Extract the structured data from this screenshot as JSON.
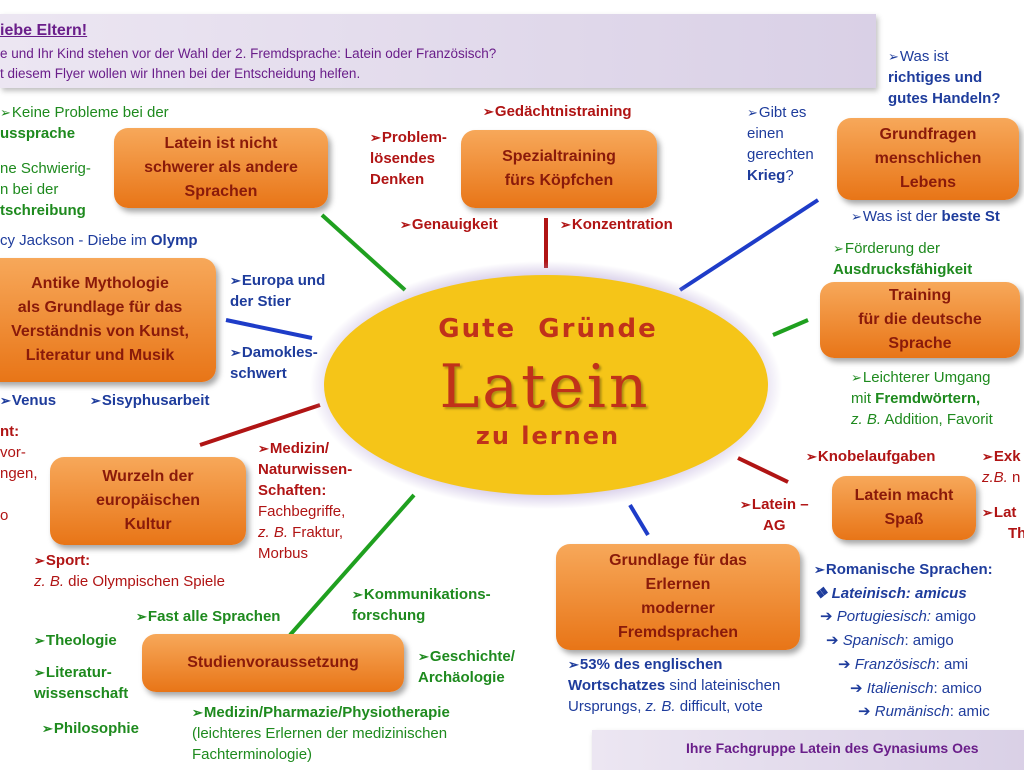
{
  "header": {
    "title": "iebe Eltern!",
    "line1": "e und Ihr Kind stehen vor der Wahl der 2. Fremdsprache: Latein oder Französisch?",
    "line2": "t diesem Flyer wollen wir Ihnen bei der Entscheidung helfen."
  },
  "center": {
    "line1": "Gute  Gründe",
    "line2": "Latein",
    "line3": "zu lernen"
  },
  "boxes": {
    "latein_nicht_schwerer": [
      "Latein ist nicht",
      "schwerer als andere",
      "Sprachen"
    ],
    "spezialtraining": [
      "Spezialtraining",
      "fürs Köpfchen"
    ],
    "grundfragen": [
      "Grundfragen",
      "menschlichen",
      "Lebens"
    ],
    "mythologie": [
      "Antike Mythologie",
      "als Grundlage für das",
      "Verständnis von Kunst,",
      "Literatur und Musik"
    ],
    "training_deutsch": [
      "Training",
      "für die deutsche",
      "Sprache"
    ],
    "wurzeln": [
      "Wurzeln der",
      "europäischen",
      "Kultur"
    ],
    "spass": [
      "Latein macht",
      "Spaß"
    ],
    "grundlage_fremdsprachen": [
      "Grundlage für das",
      "Erlernen",
      "moderner",
      "Fremdsprachen"
    ],
    "studienvoraussetzung": [
      "Studienvoraussetzung"
    ]
  },
  "notes": {
    "keine_probleme_1": "Keine Probleme bei der",
    "keine_probleme_2": "ussprache",
    "schwierig_1": "ne Schwierig-",
    "schwierig_2": "n bei der",
    "schwierig_3": "tschreibung",
    "percy_1": "cy Jackson - Diebe im ",
    "percy_2": "Olymp",
    "gedaechtnis": "Gedächtnistraining",
    "problem_1": "Problem-",
    "problem_2": "lösendes",
    "problem_3": "Denken",
    "genauigkeit": "Genauigkeit",
    "konzentration": "Konzentration",
    "krieg_1": "Gibt es",
    "krieg_2": "einen",
    "krieg_3": "gerechten",
    "krieg_4": "Krieg",
    "krieg_5": "?",
    "richtiges_1": "Was ist",
    "richtiges_2": "richtiges und",
    "richtiges_3": "gutes Handeln?",
    "beste_1": "Was ist der ",
    "beste_2": "beste St",
    "europa_1": "Europa und",
    "europa_2": "der Stier",
    "damokles_1": "Damokles-",
    "damokles_2": "schwert",
    "venus": "Venus",
    "sisyphus": "Sisyphusarbeit",
    "foerderung_1": "Förderung der",
    "foerderung_2": "Ausdrucksfähigkeit",
    "umgang_1": "Leichterer Umgang",
    "umgang_2a": "mit ",
    "umgang_2b": "Fremdwörtern,",
    "umgang_3a": "z. B.",
    "umgang_3b": " Addition, Favorit",
    "left_frag_1": "nt:",
    "left_frag_2": "vor-",
    "left_frag_3": "ngen,",
    "left_frag_4": "o",
    "medizin_1": "Medizin/",
    "medizin_2": "Naturwissen-",
    "medizin_3": "Schaften:",
    "medizin_4": "Fachbegriffe,",
    "medizin_5a": "z. B.",
    "medizin_5b": " Fraktur,",
    "medizin_6": "Morbus",
    "knobel": "Knobelaufgaben",
    "exk_1": "Exk",
    "exk_2a": "z.B.",
    "exk_2b": " n",
    "latein_ag_1": "Latein –",
    "latein_ag_2": "AG",
    "lat_th_1": "Lat",
    "lat_th_2": "Th",
    "sport_1": "Sport:",
    "sport_2a": "z. B.",
    "sport_2b": " die Olympischen Spiele",
    "kommunikation_1": "Kommunikations-",
    "kommunikation_2": "forschung",
    "fast_alle": "Fast alle  Sprachen",
    "theologie": "Theologie",
    "literatur_1": "Literatur-",
    "literatur_2": "wissenschaft",
    "philosophie": "Philosophie",
    "geschichte_1": "Geschichte/",
    "geschichte_2": "Archäologie",
    "medpharm_1": "Medizin/Pharmazie/Physiotherapie",
    "medpharm_2": "(leichteres Erlernen der medizinischen",
    "medpharm_3": "Fachterminologie)",
    "englisch_1a": "53% des englischen",
    "englisch_2a": "Wortschatzes",
    "englisch_2b": " sind lateinischen",
    "englisch_3a": "Ursprungs, ",
    "englisch_3b": "z. B.",
    "englisch_3c": " difficult, vote",
    "romanisch": "Romanische Sprachen:",
    "lat_amicus_a": "Lateinisch: ",
    "lat_amicus_b": "amicus",
    "port_a": "Portugiesisch: ",
    "port_b": "amigo",
    "span_a": "Spanisch",
    "span_b": ": amigo",
    "franz_a": "Französisch",
    "franz_b": ": ami",
    "ital_a": "Italienisch",
    "ital_b": ": amico",
    "rum_a": "Rumänisch",
    "rum_b": ": amic"
  },
  "footer": "Ihre Fachgruppe Latein des Gynasiums Oes",
  "colors": {
    "green": "#1e8a1e",
    "red": "#b01414",
    "blue": "#1e3c9c",
    "orange_box": "#e87517",
    "ellipse": "#f5c518",
    "purple": "#6a1e8a"
  }
}
